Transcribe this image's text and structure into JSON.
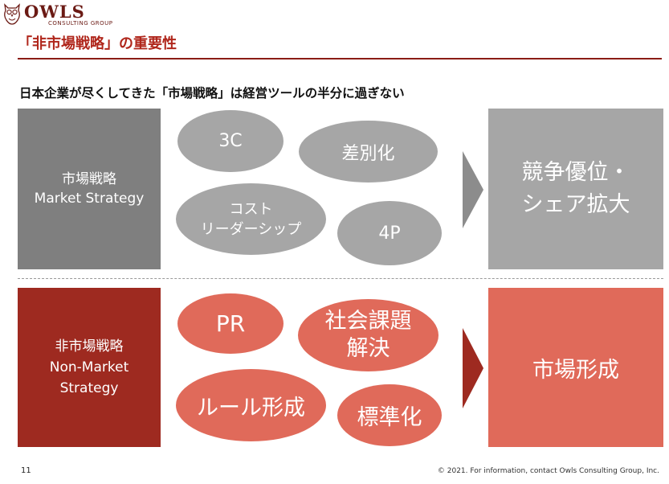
{
  "header": {
    "brand": "OWLS",
    "brand_sub": "CONSULTING GROUP",
    "title": "「非市場戦略」の重要性",
    "subtitle": "日本企業が尽くしてきた「市場戦略」は経営ツールの半分に過ぎない"
  },
  "market": {
    "label_jp": "市場戦略",
    "label_en": "Market Strategy",
    "ovals": [
      "3C",
      "差別化",
      "コスト",
      "リーダーシップ",
      "4P"
    ],
    "result_line1": "競争優位・",
    "result_line2": "シェア拡大"
  },
  "non_market": {
    "label_jp": "非市場戦略",
    "label_en1": "Non-Market",
    "label_en2": "Strategy",
    "ovals": [
      "PR",
      "社会課題",
      "解決",
      "ルール形成",
      "標準化"
    ],
    "result": "市場形成"
  },
  "footer": {
    "page": "11",
    "copyright": "© 2021. For information, contact Owls Consulting Group, Inc."
  },
  "colors": {
    "accent_dark": "#8b1c15",
    "title_red": "#b0271c",
    "gray_dark": "#7f7f7f",
    "gray_light": "#a6a6a6",
    "red_dark": "#9e2a20",
    "red_light": "#e06a5a"
  },
  "icons": [
    "owl-logo-icon",
    "chevron-right-arrow-icon"
  ]
}
